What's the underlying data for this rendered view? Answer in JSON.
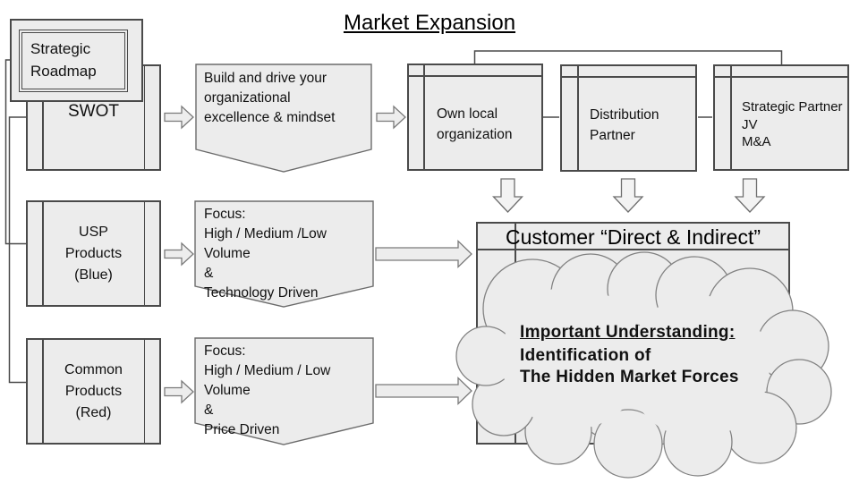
{
  "slide": {
    "title": "Market Expansion"
  },
  "left_column": {
    "strategic_roadmap": "Strategic\nRoadmap",
    "swot": "SWOT",
    "usp_products": "USP\nProducts\n(Blue)",
    "common_products": "Common\nProducts\n(Red)"
  },
  "process": {
    "build_mindset": "Build and drive your\norganizational\nexcellence & mindset",
    "focus_usp": "Focus:\nHigh / Medium /Low\nVolume\n&\nTechnology Driven",
    "focus_common": "Focus:\nHigh / Medium / Low\nVolume\n&\nPrice Driven"
  },
  "channels": {
    "own_local": "Own local\norganization",
    "distribution_partner": "Distribution\nPartner",
    "strategic_partner": "Strategic Partner\nJV\nM&A"
  },
  "customer": {
    "title": "Customer “Direct & Indirect”"
  },
  "cloud": {
    "heading": "Important Understanding:",
    "body": "Identification of\nThe Hidden Market Forces"
  },
  "colors": {
    "box_fill": "#ececec",
    "box_border": "#4a4a4a",
    "shape_border": "#6b6b6b",
    "arrow_fill": "#ededed",
    "arrow_border": "#7a7a7a",
    "cloud_fill": "#ececec",
    "cloud_border": "#828282",
    "background": "#ffffff"
  }
}
